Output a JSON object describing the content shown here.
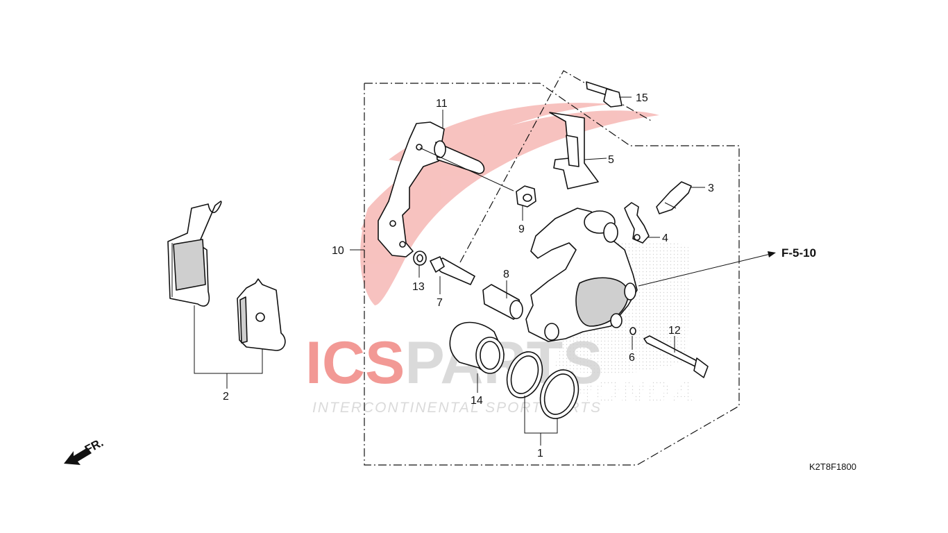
{
  "watermark": {
    "brand_prefix": "ICS",
    "brand_suffix": "PARTS",
    "tagline": "INTERCONTINENTAL SPORT PARTS",
    "maker": "HONDA",
    "accent_color": "#e8463f",
    "grey_color": "#b9b9b9"
  },
  "direction_label": "FR.",
  "reference": "F-5-10",
  "diagram_code": "K2T8F1800",
  "callouts": {
    "c1": "1",
    "c2": "2",
    "c3": "3",
    "c4": "4",
    "c5": "5",
    "c6": "6",
    "c7": "7",
    "c8": "8",
    "c9": "9",
    "c10": "10",
    "c11": "11",
    "c12": "12",
    "c13": "13",
    "c14": "14",
    "c15": "15"
  }
}
